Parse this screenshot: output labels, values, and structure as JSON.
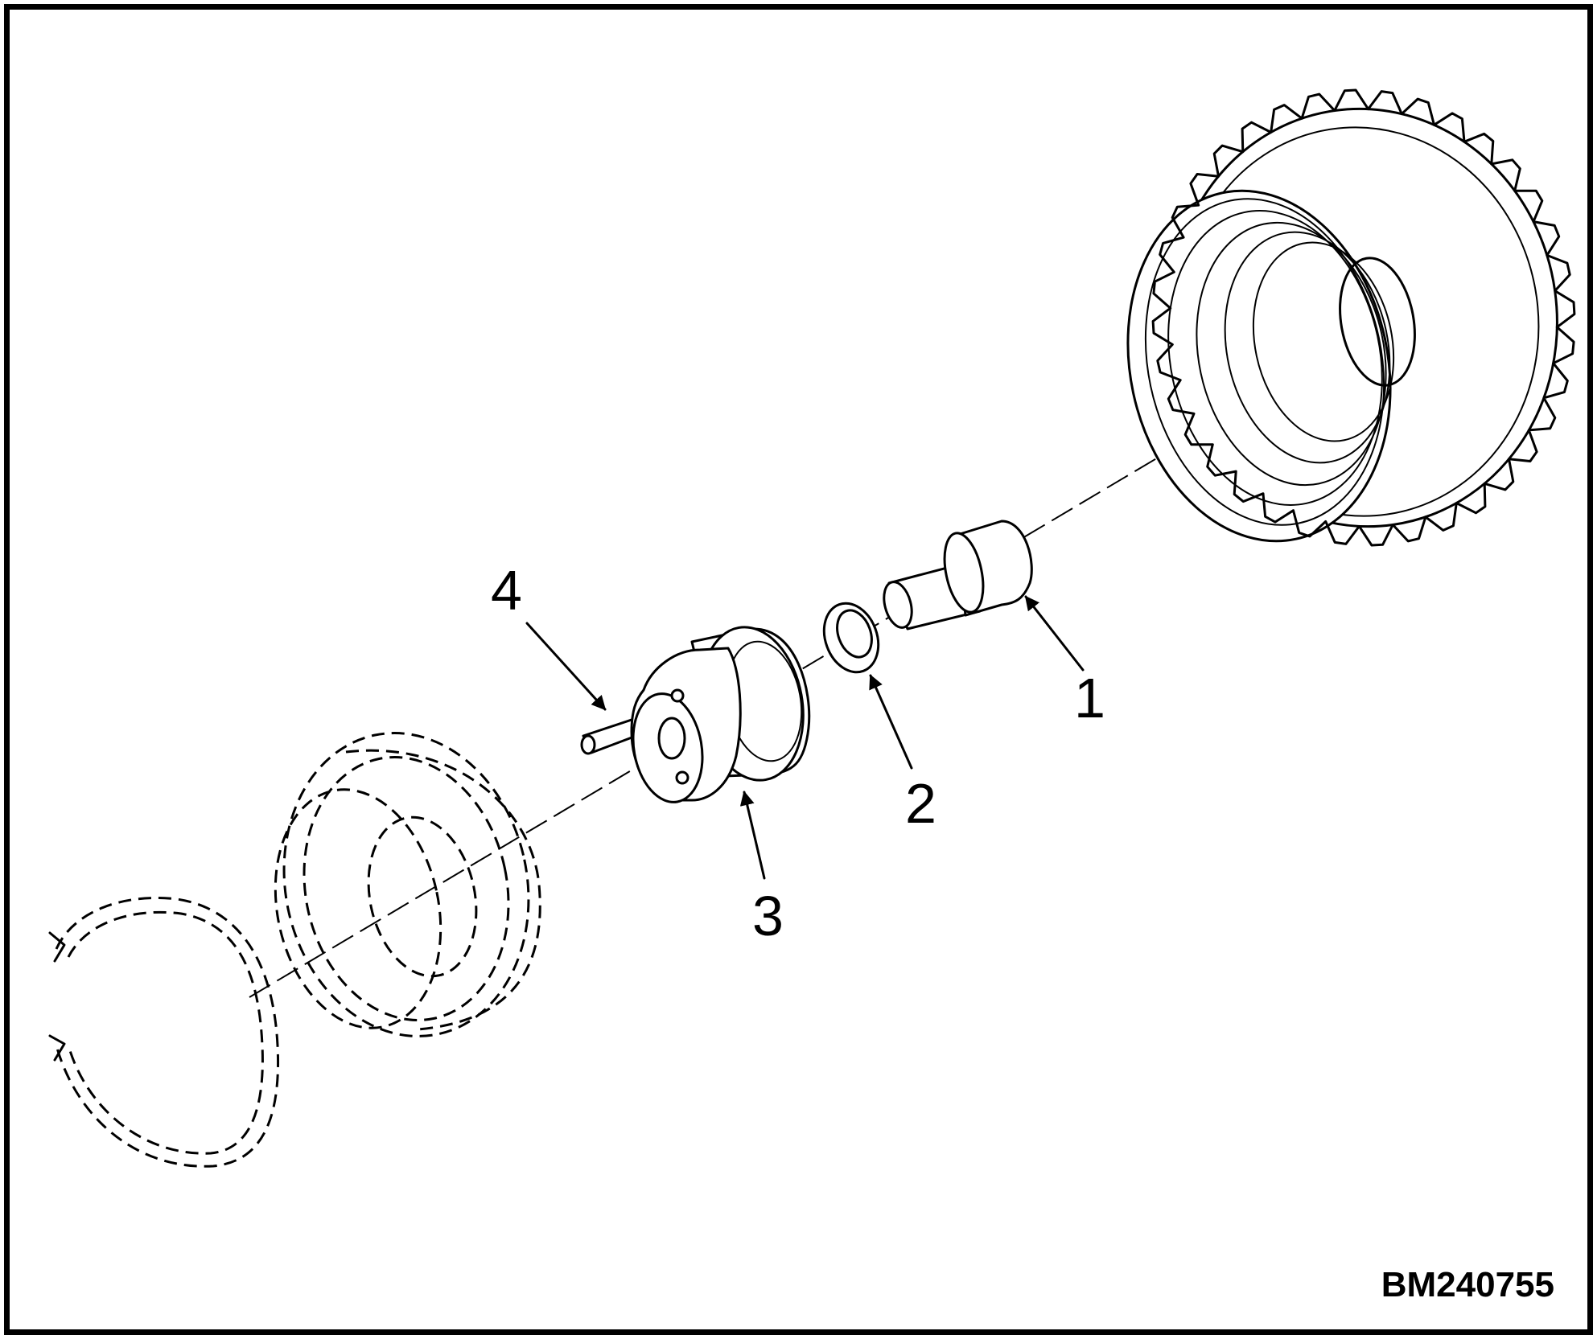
{
  "diagram": {
    "figure_id": "BM240755",
    "callouts": [
      {
        "id": "1",
        "label": "1"
      },
      {
        "id": "2",
        "label": "2"
      },
      {
        "id": "3",
        "label": "3"
      },
      {
        "id": "4",
        "label": "4"
      }
    ]
  }
}
